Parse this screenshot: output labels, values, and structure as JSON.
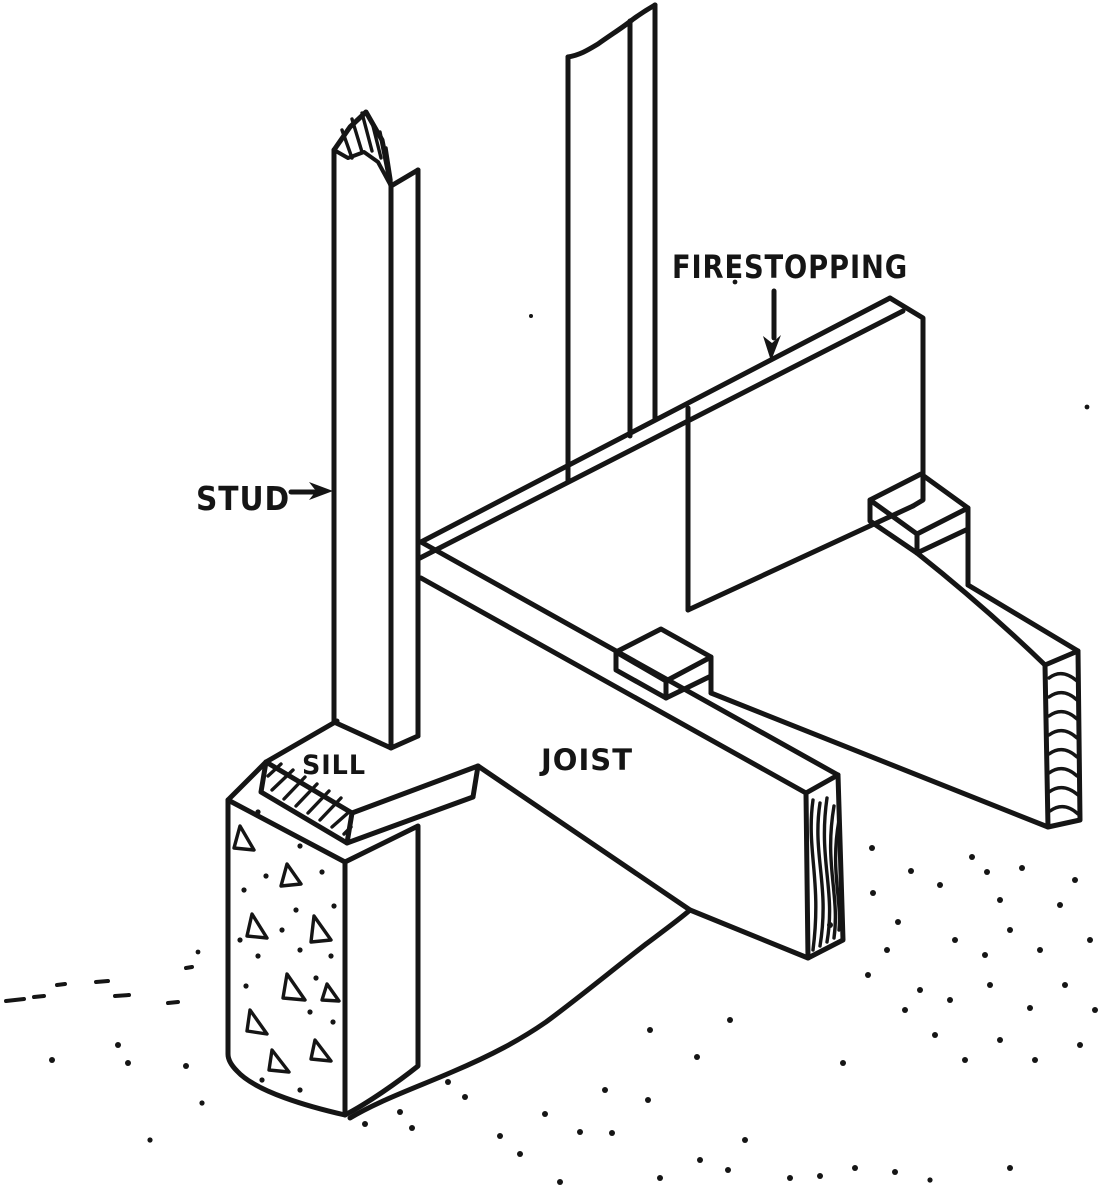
{
  "figure": {
    "kind": "hand-drawn construction framing diagram",
    "labels": {
      "stud": "STUD",
      "sill": "SILL",
      "joist": "JOIST",
      "firestopping": "FIRESTOPPING"
    },
    "colors": {
      "ink": "#151515",
      "paper": "#ffffff"
    }
  }
}
